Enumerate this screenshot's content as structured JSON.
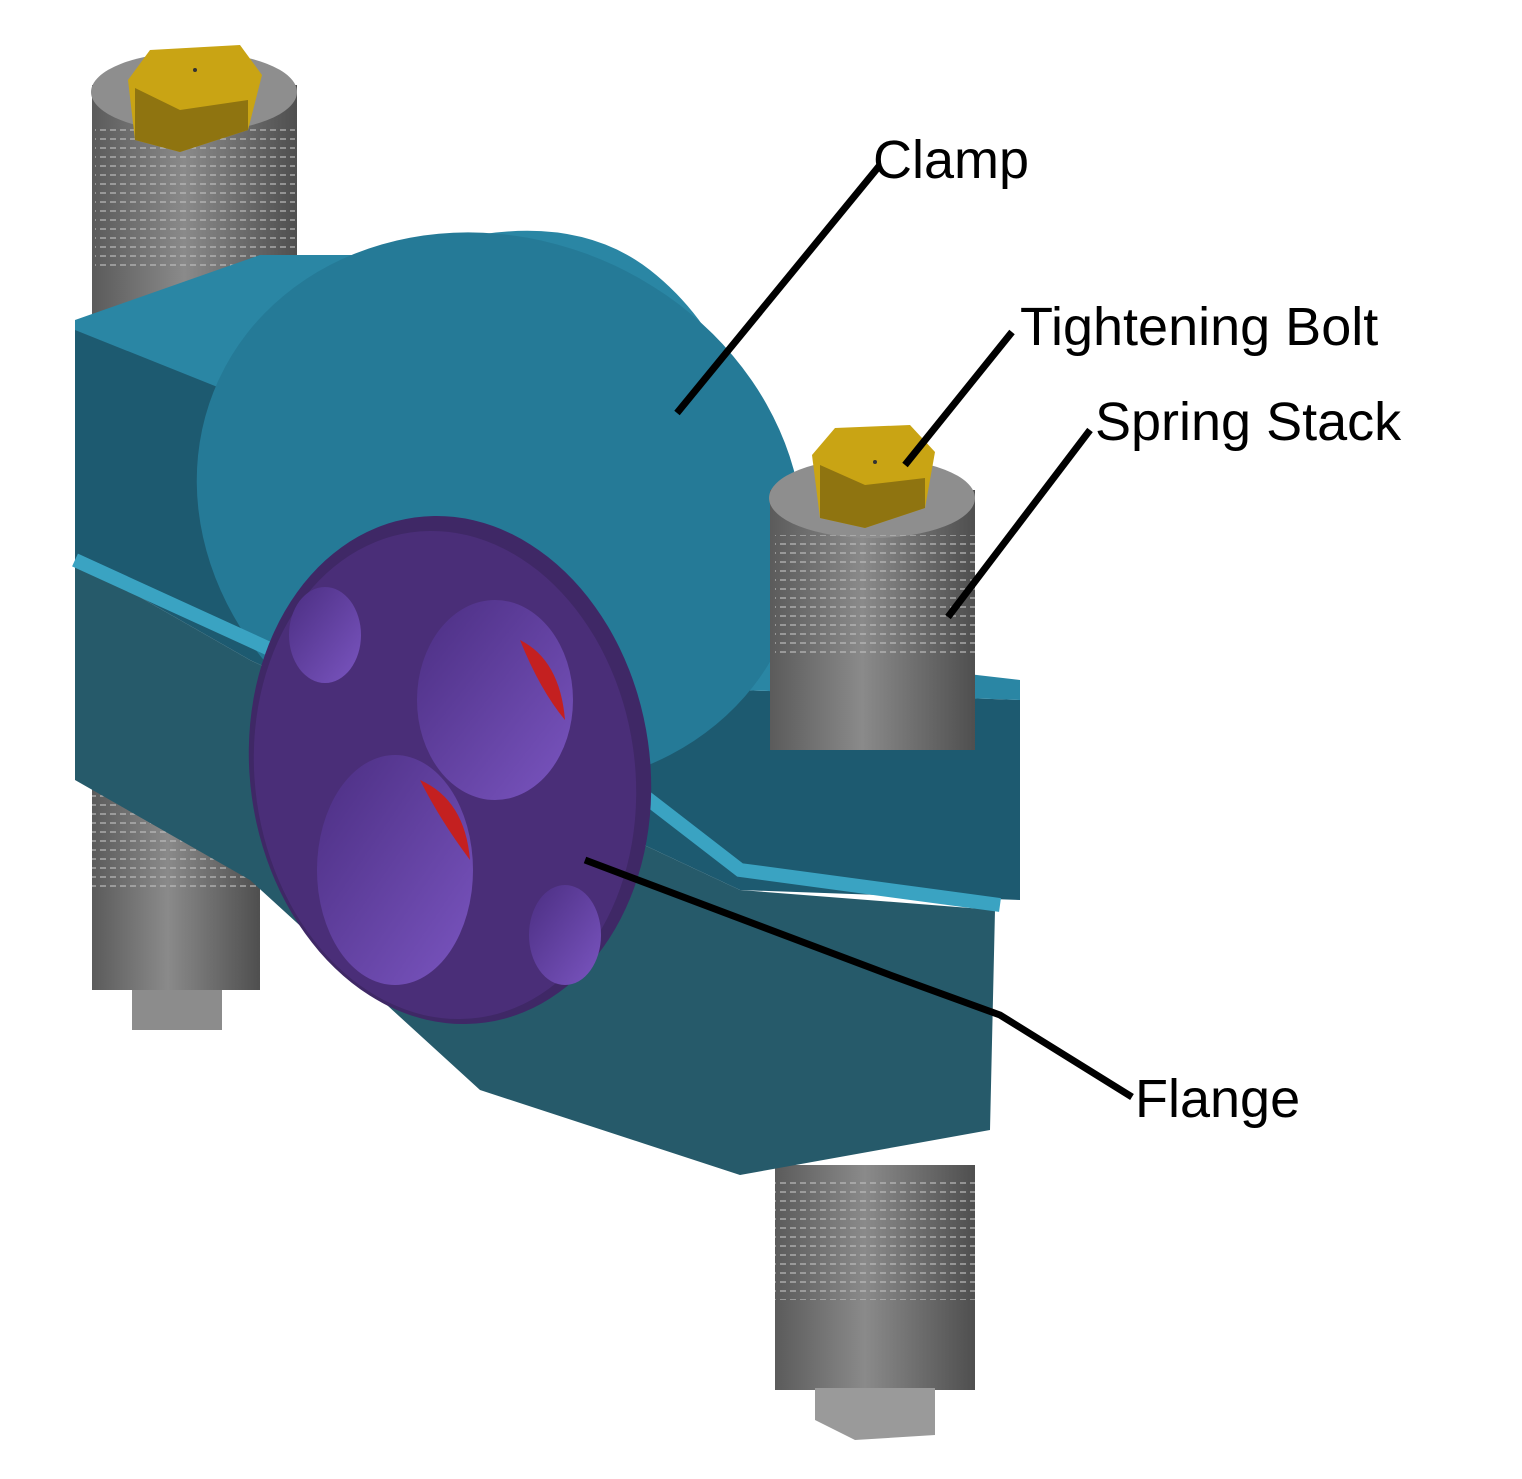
{
  "labels": {
    "clamp": "Clamp",
    "tightening_bolt": "Tightening Bolt",
    "spring_stack": "Spring Stack",
    "flange": "Flange"
  },
  "colors": {
    "background": "#ffffff",
    "clamp_top": "#2a86a4",
    "clamp_side": "#1c5f78",
    "clamp_rim": "#3aa3c2",
    "flange": "#4a2e78",
    "flange_hole": "#6a48a8",
    "bore_inner": "#c42020",
    "spring_stack": "#6e6e6e",
    "bolt_head": "#d9b21a",
    "leader_line": "#000000"
  }
}
